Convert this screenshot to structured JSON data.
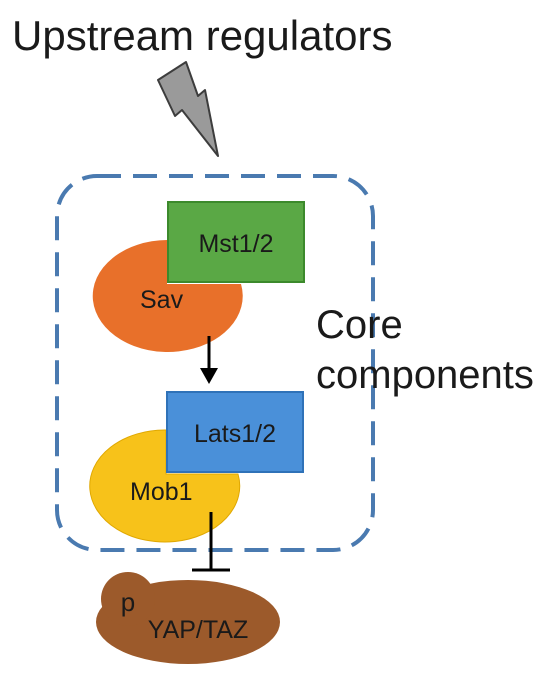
{
  "title": "Upstream regulators",
  "core_label_line1": "Core",
  "core_label_line2": "components",
  "nodes": {
    "mst": "Mst1/2",
    "sav": "Sav",
    "lats": "Lats1/2",
    "mob": "Mob1",
    "phospho": "p",
    "yap": "YAP/TAZ"
  },
  "icons": {
    "signal": "lightning-bolt-icon"
  },
  "colors": {
    "dashed_border": "#4a7ab0",
    "mst": "#5aa845",
    "sav": "#e8702a",
    "lats": "#4a90d9",
    "mob": "#f7c21a",
    "yap": "#9c5a2b"
  }
}
